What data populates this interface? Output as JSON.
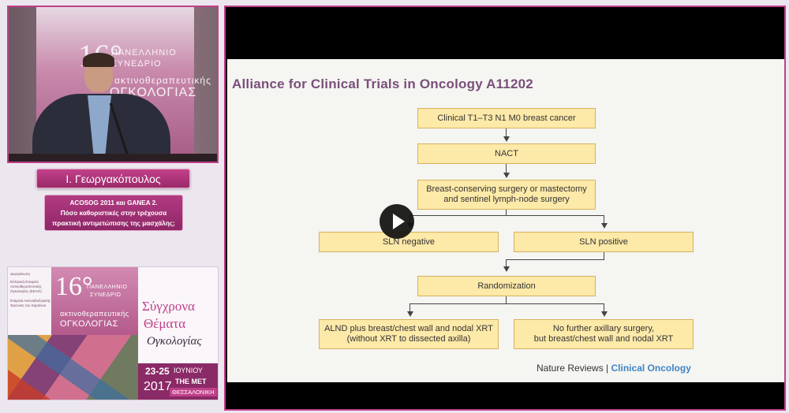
{
  "speaker": {
    "banner_number": "16°",
    "banner_lines": [
      "ΠΑΝΕΛΛΗΝΙΟ",
      "ΣΥΝΕΔΡΙΟ",
      "ακτινοθεραπευτικής",
      "ΟΓΚΟΛΟΓΙΑΣ"
    ]
  },
  "name_plate": "Ι. Γεωργακόπουλος",
  "talk_title_lines": [
    "ACOSOG 2011 και GANEA 2.",
    "Πόσο καθοριστικές στην τρέχουσα",
    "πρακτική αντιμετώπισης της μασχάλης;"
  ],
  "poster": {
    "org_lines": [
      "Διοργάνωση",
      "Ελληνική Εταιρεία",
      "Ακτινοθεραπευτικής",
      "Ογκολογίας (ΕΕΑΟ)",
      "",
      "Εταιρεία Ακτινοβιολογικής",
      "Έρευνας του Καρκίνου"
    ],
    "number": "16°",
    "lines": [
      "ΠΑΝΕΛΛΗΝΙΟ",
      "ΣΥΝΕΔΡΙΟ",
      "ακτινοθεραπευτικής",
      "ΟΓΚΟΛΟΓΙΑΣ"
    ],
    "slogan_1": "Σύγχρονα",
    "slogan_2": "Θέματα",
    "slogan_3": "Ογκολογίας",
    "dates": "23-25",
    "month": "ΙΟΥΝΙΟΥ",
    "year": "2017",
    "venue": "THE MET",
    "city": "ΘΕΣΣΑΛΟΝΙΚΗ"
  },
  "slide": {
    "title": "Alliance for Clinical Trials in Oncology A11202",
    "boxes": {
      "eligibility": "Clinical T1–T3 N1 M0 breast cancer",
      "nact": "NACT",
      "surgery_1": "Breast-conserving surgery or mastectomy",
      "surgery_2": "and sentinel lymph-node surgery",
      "sln_negative": "SLN negative",
      "sln_positive": "SLN positive",
      "randomization": "Randomization",
      "alnd_1": "ALND plus breast/chest wall and nodal XRT",
      "alnd_2": "(without XRT to dissected axilla)",
      "nofurther_1": "No further axillary surgery,",
      "nofurther_2": "but breast/chest wall and nodal XRT"
    },
    "footer_journal": "Nature Reviews",
    "footer_sep": "|",
    "footer_section": "Clinical Oncology",
    "accent_color": "#c0408a",
    "box_color": "#fde9a8"
  },
  "player": {
    "play_icon": "play-icon"
  }
}
